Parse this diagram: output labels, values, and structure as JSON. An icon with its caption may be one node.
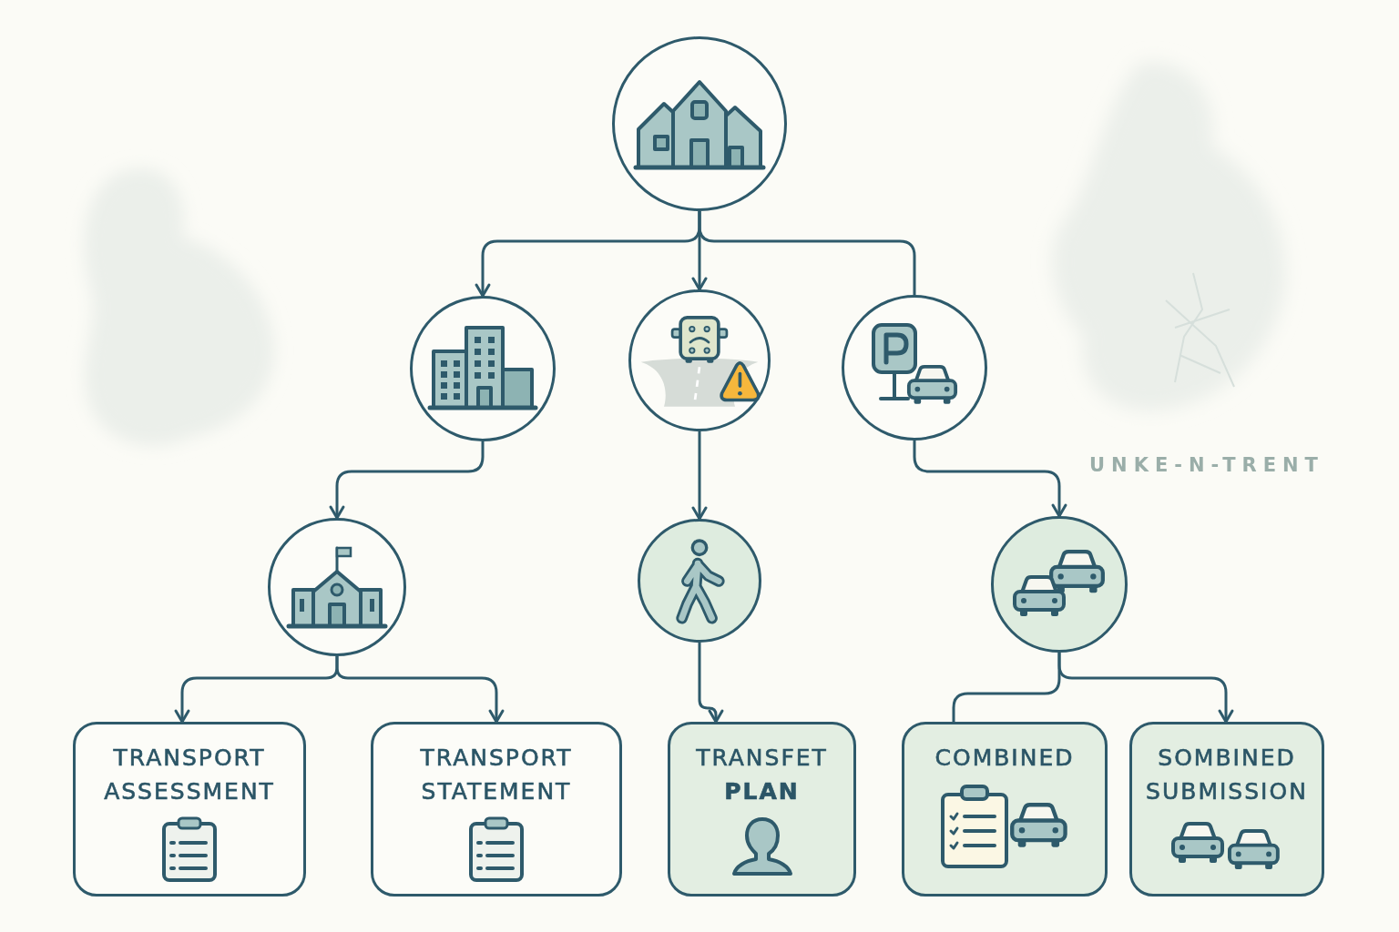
{
  "diagram": {
    "nodes": [
      {
        "text": [],
        "shape": "circle"
      },
      {
        "text": [],
        "shape": "circle"
      },
      {
        "text": [],
        "shape": "circle"
      },
      {
        "text": [],
        "shape": "circle"
      },
      {
        "text": [],
        "shape": "circle"
      },
      {
        "text": [],
        "shape": "circle"
      },
      {
        "text": [],
        "shape": "circle"
      },
      {
        "text": [
          "TRANSPORT ASSESSMENT"
        ]
      },
      {
        "text": [
          "TRANSPORT STATEMENT"
        ]
      },
      {
        "text": [
          "TRANSFET **PLAN**"
        ]
      },
      {
        "text": [
          "COMBINED"
        ]
      },
      {
        "text": [
          "SOMBINED SUBMISSION"
        ]
      }
    ],
    "edges": [
      {
        "from": 0,
        "to": 1,
        "arrow": "to"
      },
      {
        "from": 0,
        "to": 2,
        "arrow": "to"
      },
      {
        "from": 0,
        "to": 3,
        "arrow": "none"
      },
      {
        "from": 1,
        "to": 4,
        "arrow": "to"
      },
      {
        "from": 2,
        "to": 5,
        "arrow": "to"
      },
      {
        "from": 3,
        "to": 6,
        "arrow": "to"
      },
      {
        "from": 4,
        "to": 7,
        "arrow": "to"
      },
      {
        "from": 4,
        "to": 8,
        "arrow": "to"
      },
      {
        "from": 5,
        "to": 9,
        "arrow": "to"
      },
      {
        "from": 6,
        "to": 10,
        "arrow": "none"
      },
      {
        "from": 6,
        "to": 11,
        "arrow": "to"
      }
    ],
    "labels": [
      "UNKE-N-TRENT"
    ]
  }
}
